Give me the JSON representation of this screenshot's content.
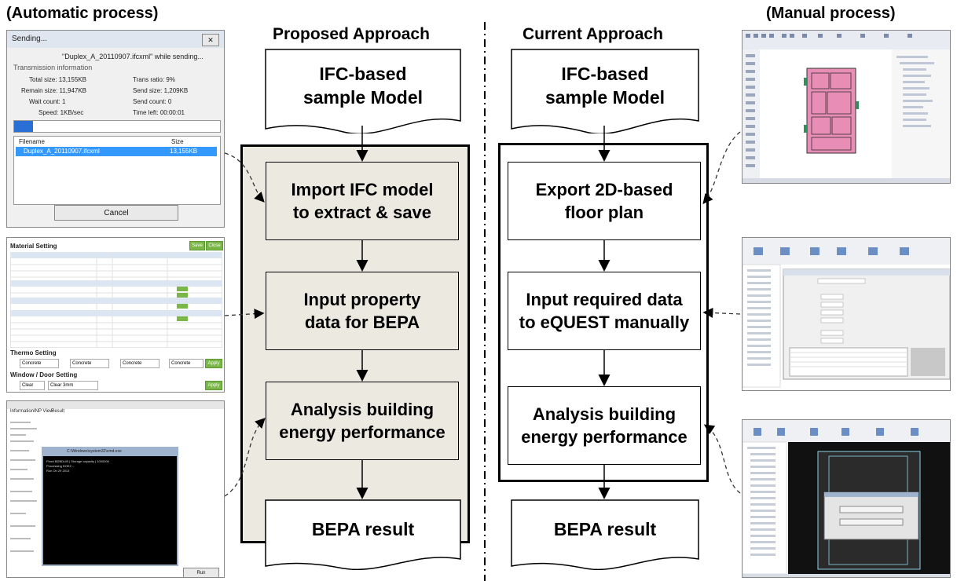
{
  "headings": {
    "left": "(Automatic process)",
    "right": "(Manual process)"
  },
  "columns": {
    "proposed": {
      "title": "Proposed Approach",
      "input_doc": "IFC-based\nsample Model",
      "steps": [
        "Import IFC model\nto extract & save",
        "Input property\ndata for BEPA",
        "Analysis building\nenergy performance"
      ],
      "output_doc": "BEPA result",
      "frame_fill": "#ece9e0"
    },
    "current": {
      "title": "Current Approach",
      "input_doc": "IFC-based\nsample Model",
      "steps": [
        "Export 2D-based\nfloor plan",
        "Input required data\nto eQUEST manually",
        "Analysis building\nenergy performance"
      ],
      "output_doc": "BEPA result",
      "frame_fill": "#ffffff"
    }
  },
  "sending_dialog": {
    "window_title": "Sending...",
    "status_line": "\"Duplex_A_20110907.ifcxml\" while sending...",
    "group_label": "Transmission information",
    "total_size": "Total size: 13,155KB",
    "trans_ratio": "Trans ratio: 9%",
    "remain_size": "Remain size: 11,947KB",
    "send_size": "Send size: 1,209KB",
    "wait_count": "Wait count: 1",
    "send_count": "Send count: 0",
    "speed": "Speed: 1KB/sec",
    "time_left": "Time left: 00:00:01",
    "col_filename": "Filename",
    "col_size": "Size",
    "file_name": "Duplex_A_20110907.ifcxml",
    "file_size": "13,155KB",
    "cancel_label": "Cancel"
  },
  "material_panel": {
    "title": "Material Setting",
    "save_label": "Save",
    "close_label": "Close",
    "thermo_label": "Thermo Setting",
    "window_label": "Window / Door Setting",
    "apply_label": "Apply",
    "concrete": "Concrete",
    "clear": "Clear",
    "clear3mm": "Clear 3mm"
  },
  "console_panel": {
    "tabs": [
      "Information",
      "INP View",
      "Result"
    ],
    "button_label": "Run",
    "console_title": "C:\\Windows\\system32\\cmd.exe",
    "console_lines": [
      "Fixed BDBDLIB | Storage capacity | 1000000",
      "Processing DOE2 ...",
      "Run On 29 2013"
    ]
  },
  "colors": {
    "arrow": "#000000",
    "dashed": "#333333",
    "selection": "#3399ff",
    "progress": "#2a6fd6",
    "green_btn": "#7ab648",
    "pink_plan": "#e88db5"
  }
}
